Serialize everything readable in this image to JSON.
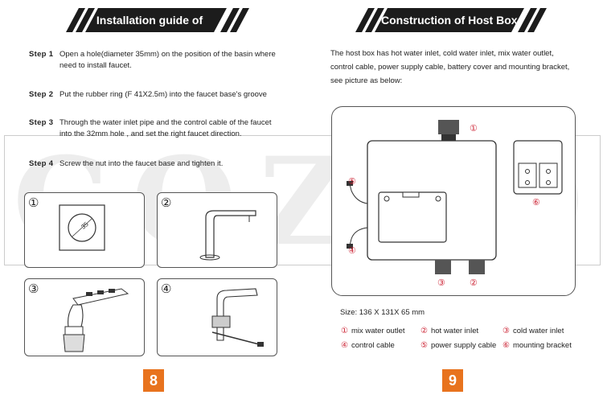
{
  "left_page": {
    "title": "Installation guide of Faucet",
    "steps": [
      {
        "label": "Step 1",
        "line1": "Open a hole(diameter 35mm) on the position of the basin where",
        "line2": "need to install faucet."
      },
      {
        "label": "Step 2",
        "line1": "Put the rubber ring (F 41X2.5m) into the faucet base's groove",
        "line2": ""
      },
      {
        "label": "Step 3",
        "line1": "Through the water inlet pipe and the control cable of the faucet",
        "line2": "into the 32mm hole , and set the right faucet direction."
      },
      {
        "label": "Step 4",
        "line1": "Screw the nut into the faucet base and tighten it.",
        "line2": ""
      }
    ],
    "panels": [
      "①",
      "②",
      "③",
      "④"
    ],
    "hole_label": "35",
    "page_number": "8"
  },
  "right_page": {
    "title": "Construction of Host Box",
    "description": "The host box has hot water inlet, cold water inlet, mix water outlet, control cable, power supply cable, battery cover and mounting bracket, see picture as below:",
    "callouts": [
      "①",
      "②",
      "③",
      "④",
      "⑤",
      "⑥"
    ],
    "size": "Size: 136 X 131X 65 mm",
    "legend": [
      {
        "num": "①",
        "label": "mix water outlet"
      },
      {
        "num": "②",
        "label": "hot water inlet"
      },
      {
        "num": "③",
        "label": "cold water inlet"
      },
      {
        "num": "④",
        "label": "control cable"
      },
      {
        "num": "⑤",
        "label": "power supply cable"
      },
      {
        "num": "⑥",
        "label": "mounting bracket"
      }
    ],
    "page_number": "9"
  },
  "watermark": "COZYOU",
  "colors": {
    "banner": "#1c1c1c",
    "page_number": "#e8731e",
    "callout": "#c23"
  }
}
